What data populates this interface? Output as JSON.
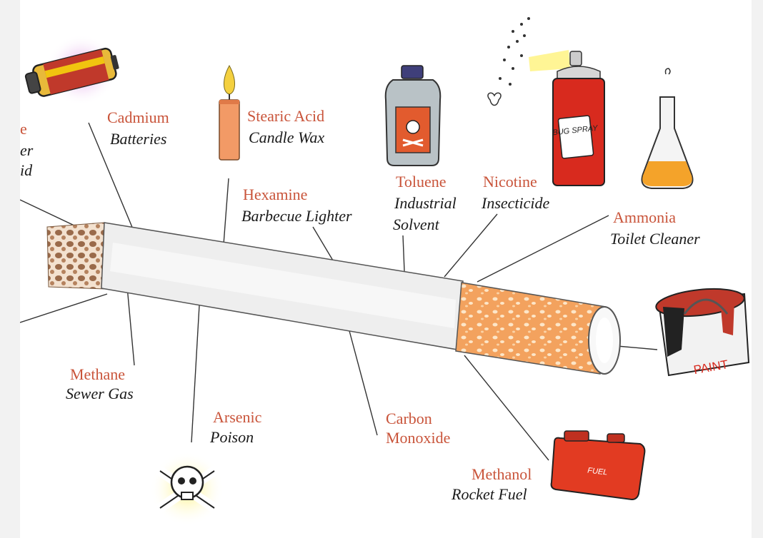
{
  "colors": {
    "chemical_label": "#c9543a",
    "use_label": "#1a1a1a",
    "filter": "#f2a15a",
    "ash": "#9a6a4a"
  },
  "labels": {
    "left_cut": {
      "line1": "e",
      "line2": "er",
      "line3": "id"
    },
    "cadmium": {
      "chemical": "Cadmium",
      "use": "Batteries"
    },
    "stearic_acid": {
      "chemical": "Stearic Acid",
      "use": "Candle Wax"
    },
    "hexamine": {
      "chemical": "Hexamine",
      "use": "Barbecue Lighter"
    },
    "toluene": {
      "chemical": "Toluene",
      "use1": "Industrial",
      "use2": "Solvent"
    },
    "nicotine": {
      "chemical": "Nicotine",
      "use": "Insecticide"
    },
    "ammonia": {
      "chemical": "Ammonia",
      "use": "Toilet Cleaner"
    },
    "methane": {
      "chemical": "Methane",
      "use": "Sewer Gas"
    },
    "arsenic": {
      "chemical": "Arsenic",
      "use": "Poison"
    },
    "carbon_monoxide": {
      "line1": "Carbon",
      "line2": "Monoxide"
    },
    "methanol": {
      "chemical": "Methanol",
      "use": "Rocket Fuel"
    }
  },
  "product_text": {
    "bug_spray": "BUG SPRAY",
    "paint": "PAINT",
    "fuel": "FUEL"
  },
  "icons": {
    "battery": "battery-icon",
    "candle": "candle-icon",
    "solvent": "poison-bottle-icon",
    "spray": "bug-spray-can-icon",
    "flask": "flask-icon",
    "paint": "paint-can-icon",
    "skull": "skull-crossbones-icon",
    "fuel": "fuel-can-icon",
    "cigarette": "cigarette-icon"
  }
}
